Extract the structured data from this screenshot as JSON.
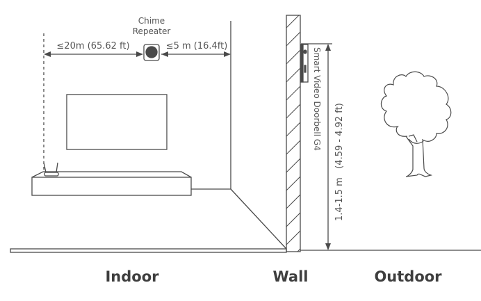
{
  "labels": {
    "chime_line1": "Chime",
    "chime_line2": "Repeater",
    "distance_router": "≤20m (65.62 ft)",
    "distance_wall": "≤5 m (16.4ft)",
    "doorbell": "Smart Video Doorbell G4",
    "height": "1.4-1.5 m   (4.59 - 4.92 ft)",
    "indoor": "Indoor",
    "wall": "Wall",
    "outdoor": "Outdoor"
  },
  "colors": {
    "line": "#4a4a4a",
    "text": "#555555"
  }
}
